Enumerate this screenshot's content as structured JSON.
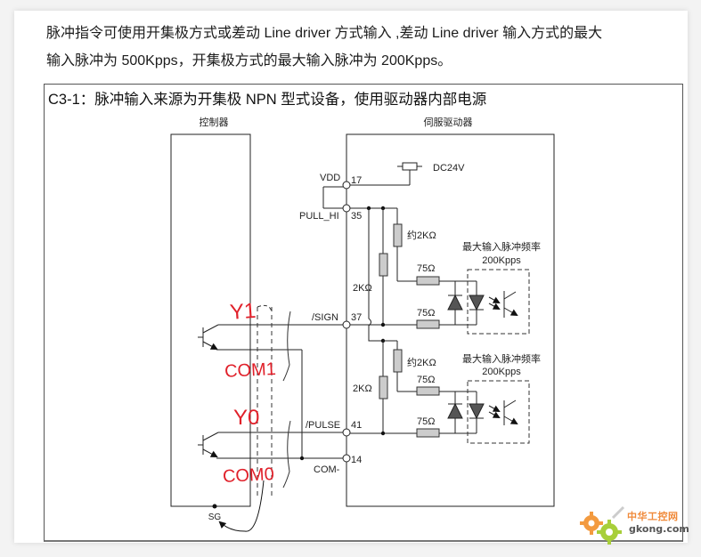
{
  "intro": {
    "line1": "脉冲指令可使用开集极方式或差动 Line driver  方式输入 ,差动 Line driver 输入方式的最大",
    "line2": "输入脉冲为 500Kpps，开集极方式的最大输入脉冲为 200Kpps。"
  },
  "figure": {
    "title": "C3-1：脉冲输入来源为开集极 NPN 型式设备，使用驱动器内部电源",
    "controller_label": "控制器",
    "driver_label": "伺服驱动器",
    "power_label": "DC24V",
    "pins": {
      "vdd": {
        "name": "VDD",
        "number": "17"
      },
      "pull_hi": {
        "name": "PULL_HI",
        "number": "35"
      },
      "sign": {
        "name": "/SIGN",
        "number": "37"
      },
      "pulse": {
        "name": "/PULSE",
        "number": "41"
      },
      "com": {
        "name": "COM-",
        "number": "14"
      }
    },
    "resistors": {
      "approx_2k": "约2KΩ",
      "r_2k": "2KΩ",
      "r_75": "75Ω"
    },
    "max_freq_label": "最大输入脉冲频率",
    "max_freq_value": "200Kpps",
    "sg_label": "SG",
    "annotations": {
      "y1": "Y1",
      "com1": "COM1",
      "y0": "Y0",
      "com0": "COM0",
      "color": "#e0202a"
    }
  },
  "watermark": {
    "cn": "中华工控网",
    "en": "gkong.com"
  }
}
